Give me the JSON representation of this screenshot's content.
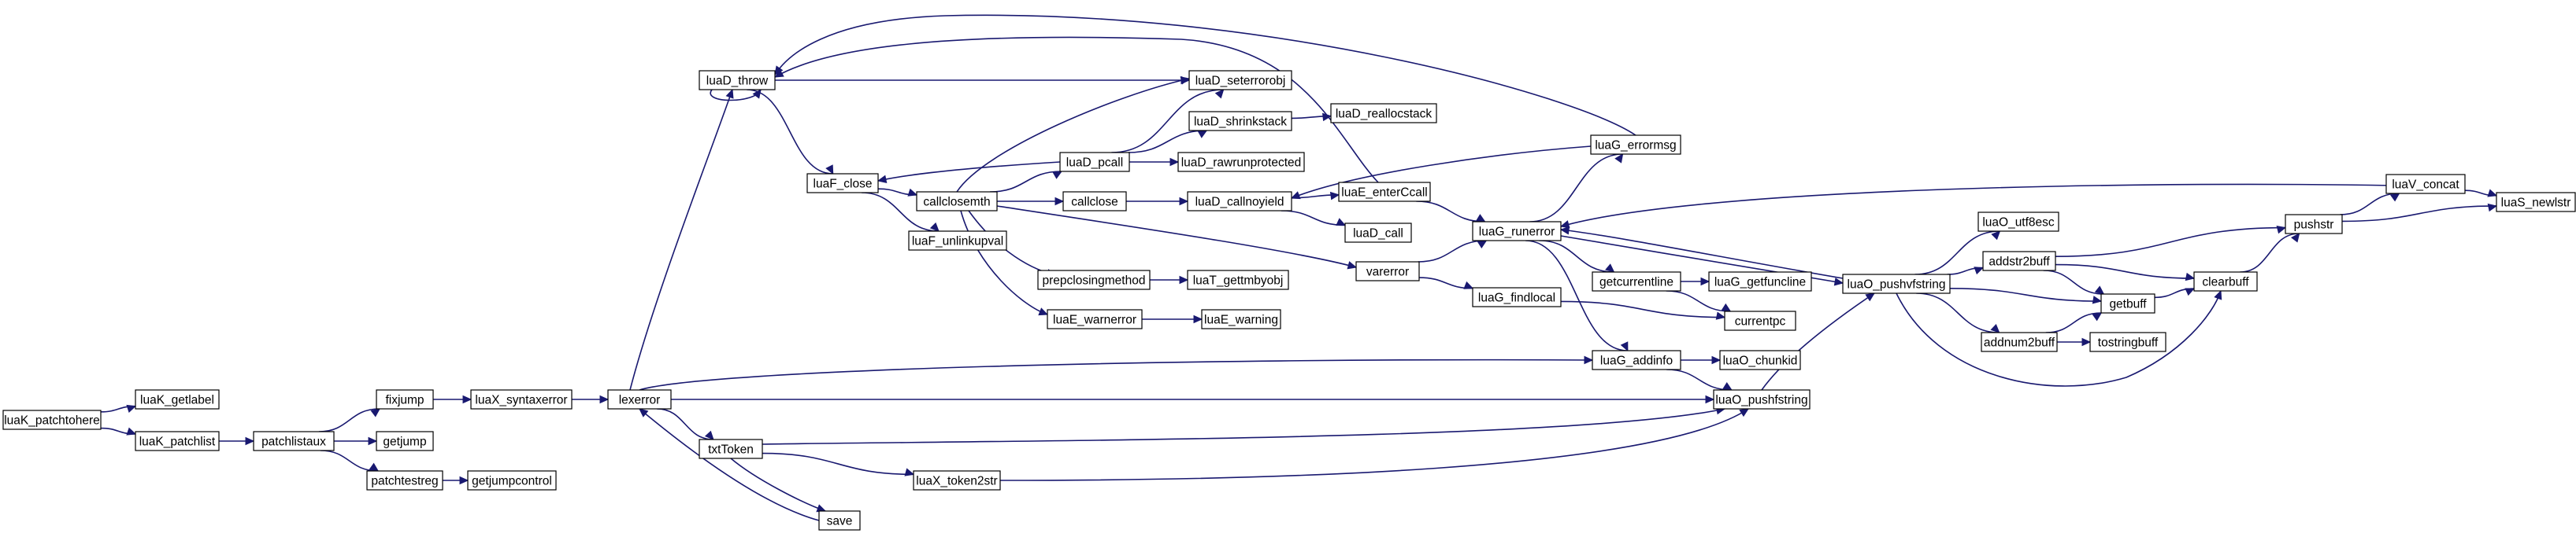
{
  "graph": {
    "nodes": [
      {
        "id": "luaK_patchtohere",
        "label": "luaK_patchtohere",
        "color": "#bfbfbf",
        "border": "#000000"
      },
      {
        "id": "luaK_getlabel",
        "label": "luaK_getlabel",
        "border": "#000000"
      },
      {
        "id": "luaK_patchlist",
        "label": "luaK_patchlist",
        "border": "#000000"
      },
      {
        "id": "patchlistaux",
        "label": "patchlistaux",
        "border": "#000000"
      },
      {
        "id": "fixjump",
        "label": "fixjump",
        "border": "#000000"
      },
      {
        "id": "getjump",
        "label": "getjump",
        "border": "#000000"
      },
      {
        "id": "patchtestreg",
        "label": "patchtestreg",
        "border": "#000000"
      },
      {
        "id": "getjumpcontrol",
        "label": "getjumpcontrol",
        "border": "#000000"
      },
      {
        "id": "luaX_syntaxerror",
        "label": "luaX_syntaxerror",
        "border": "#000000"
      },
      {
        "id": "lexerror",
        "label": "lexerror",
        "border": "#000000"
      },
      {
        "id": "luaD_throw",
        "label": "luaD_throw",
        "border": "#000000"
      },
      {
        "id": "txtToken",
        "label": "txtToken",
        "border": "#000000"
      },
      {
        "id": "save",
        "label": "save",
        "border": "#000000"
      },
      {
        "id": "luaX_token2str",
        "label": "luaX_token2str",
        "border": "#000000"
      },
      {
        "id": "luaF_close",
        "label": "luaF_close",
        "border": "#000000"
      },
      {
        "id": "callclosemth",
        "label": "callclosemth",
        "border": "#000000"
      },
      {
        "id": "luaF_unlinkupval",
        "label": "luaF_unlinkupval",
        "border": "#000000"
      },
      {
        "id": "luaD_pcall",
        "label": "luaD_pcall",
        "border": "#000000"
      },
      {
        "id": "callclose",
        "label": "callclose",
        "border": "#000000"
      },
      {
        "id": "prepclosingmethod",
        "label": "prepclosingmethod",
        "border": "#000000"
      },
      {
        "id": "luaE_warnerror",
        "label": "luaE_warnerror",
        "border": "#000000"
      },
      {
        "id": "luaD_seterrorobj",
        "label": "luaD_seterrorobj",
        "border": "#000000"
      },
      {
        "id": "luaD_shrinkstack",
        "label": "luaD_shrinkstack",
        "border": "#ff0000"
      },
      {
        "id": "luaD_rawrunprotected",
        "label": "luaD_rawrunprotected",
        "border": "#000000"
      },
      {
        "id": "luaD_callnoyield",
        "label": "luaD_callnoyield",
        "border": "#000000"
      },
      {
        "id": "luaT_gettmbyobj",
        "label": "luaT_gettmbyobj",
        "border": "#ff0000"
      },
      {
        "id": "luaE_warning",
        "label": "luaE_warning",
        "border": "#000000"
      },
      {
        "id": "luaD_reallocstack",
        "label": "luaD_reallocstack",
        "border": "#ff0000"
      },
      {
        "id": "luaE_enterCcall",
        "label": "luaE_enterCcall",
        "border": "#ff0000"
      },
      {
        "id": "luaD_call",
        "label": "luaD_call",
        "border": "#ff0000"
      },
      {
        "id": "varerror",
        "label": "varerror",
        "border": "#000000"
      },
      {
        "id": "luaG_errormsg",
        "label": "luaG_errormsg",
        "border": "#000000"
      },
      {
        "id": "luaG_runerror",
        "label": "luaG_runerror",
        "border": "#000000"
      },
      {
        "id": "luaG_findlocal",
        "label": "luaG_findlocal",
        "border": "#ff0000"
      },
      {
        "id": "getcurrentline",
        "label": "getcurrentline",
        "border": "#000000"
      },
      {
        "id": "luaG_getfuncline",
        "label": "luaG_getfuncline",
        "border": "#ff0000"
      },
      {
        "id": "currentpc",
        "label": "currentpc",
        "border": "#000000"
      },
      {
        "id": "luaG_addinfo",
        "label": "luaG_addinfo",
        "border": "#000000"
      },
      {
        "id": "luaO_chunkid",
        "label": "luaO_chunkid",
        "border": "#000000"
      },
      {
        "id": "luaO_pushfstring",
        "label": "luaO_pushfstring",
        "border": "#000000"
      },
      {
        "id": "luaO_pushvfstring",
        "label": "luaO_pushvfstring",
        "border": "#000000"
      },
      {
        "id": "luaO_utf8esc",
        "label": "luaO_utf8esc",
        "border": "#000000"
      },
      {
        "id": "addstr2buff",
        "label": "addstr2buff",
        "border": "#000000"
      },
      {
        "id": "getbuff",
        "label": "getbuff",
        "border": "#000000"
      },
      {
        "id": "addnum2buff",
        "label": "addnum2buff",
        "border": "#000000"
      },
      {
        "id": "tostringbuff",
        "label": "tostringbuff",
        "border": "#000000"
      },
      {
        "id": "clearbuff",
        "label": "clearbuff",
        "border": "#000000"
      },
      {
        "id": "pushstr",
        "label": "pushstr",
        "border": "#000000"
      },
      {
        "id": "luaV_concat",
        "label": "luaV_concat",
        "border": "#ff0000"
      },
      {
        "id": "luaS_newlstr",
        "label": "luaS_newlstr",
        "border": "#ff0000"
      }
    ],
    "edges": [
      [
        "luaK_patchtohere",
        "luaK_getlabel"
      ],
      [
        "luaK_patchtohere",
        "luaK_patchlist"
      ],
      [
        "luaK_patchlist",
        "patchlistaux"
      ],
      [
        "patchlistaux",
        "fixjump"
      ],
      [
        "patchlistaux",
        "getjump"
      ],
      [
        "patchlistaux",
        "patchtestreg"
      ],
      [
        "patchtestreg",
        "getjumpcontrol"
      ],
      [
        "fixjump",
        "luaX_syntaxerror"
      ],
      [
        "luaX_syntaxerror",
        "lexerror"
      ],
      [
        "lexerror",
        "luaD_throw"
      ],
      [
        "lexerror",
        "txtToken"
      ],
      [
        "lexerror",
        "luaG_addinfo"
      ],
      [
        "lexerror",
        "luaO_pushfstring"
      ],
      [
        "txtToken",
        "save"
      ],
      [
        "txtToken",
        "luaX_token2str"
      ],
      [
        "txtToken",
        "luaO_pushfstring"
      ],
      [
        "save",
        "lexerror"
      ],
      [
        "luaX_token2str",
        "luaO_pushfstring"
      ],
      [
        "luaD_throw",
        "luaD_throw"
      ],
      [
        "luaD_throw",
        "luaD_seterrorobj"
      ],
      [
        "luaD_throw",
        "luaF_close"
      ],
      [
        "luaF_close",
        "callclosemth"
      ],
      [
        "luaF_close",
        "luaF_unlinkupval"
      ],
      [
        "callclosemth",
        "luaD_seterrorobj"
      ],
      [
        "callclosemth",
        "luaD_pcall"
      ],
      [
        "callclosemth",
        "callclose"
      ],
      [
        "callclosemth",
        "prepclosingmethod"
      ],
      [
        "callclosemth",
        "luaE_warnerror"
      ],
      [
        "callclosemth",
        "varerror"
      ],
      [
        "luaD_pcall",
        "luaF_close"
      ],
      [
        "luaD_pcall",
        "luaD_seterrorobj"
      ],
      [
        "luaD_pcall",
        "luaD_shrinkstack"
      ],
      [
        "luaD_pcall",
        "luaD_rawrunprotected"
      ],
      [
        "luaD_shrinkstack",
        "luaD_reallocstack"
      ],
      [
        "callclose",
        "luaD_callnoyield"
      ],
      [
        "luaD_callnoyield",
        "luaE_enterCcall"
      ],
      [
        "luaD_callnoyield",
        "luaD_call"
      ],
      [
        "luaE_enterCcall",
        "luaD_throw"
      ],
      [
        "luaE_enterCcall",
        "luaG_runerror"
      ],
      [
        "prepclosingmethod",
        "luaT_gettmbyobj"
      ],
      [
        "luaE_warnerror",
        "luaE_warning"
      ],
      [
        "varerror",
        "luaG_runerror"
      ],
      [
        "varerror",
        "luaG_findlocal"
      ],
      [
        "luaG_errormsg",
        "luaD_throw"
      ],
      [
        "luaG_errormsg",
        "luaD_callnoyield"
      ],
      [
        "luaG_runerror",
        "luaG_errormsg"
      ],
      [
        "luaG_runerror",
        "getcurrentline"
      ],
      [
        "luaG_runerror",
        "luaG_addinfo"
      ],
      [
        "luaG_runerror",
        "luaO_pushvfstring"
      ],
      [
        "getcurrentline",
        "luaG_getfuncline"
      ],
      [
        "getcurrentline",
        "currentpc"
      ],
      [
        "luaG_findlocal",
        "currentpc"
      ],
      [
        "luaG_addinfo",
        "luaO_chunkid"
      ],
      [
        "luaG_addinfo",
        "luaO_pushfstring"
      ],
      [
        "luaO_pushfstring",
        "luaO_pushvfstring"
      ],
      [
        "luaO_pushvfstring",
        "luaG_runerror"
      ],
      [
        "luaO_pushvfstring",
        "luaO_utf8esc"
      ],
      [
        "luaO_pushvfstring",
        "addstr2buff"
      ],
      [
        "luaO_pushvfstring",
        "getbuff"
      ],
      [
        "luaO_pushvfstring",
        "addnum2buff"
      ],
      [
        "luaO_pushvfstring",
        "clearbuff"
      ],
      [
        "addstr2buff",
        "getbuff"
      ],
      [
        "addstr2buff",
        "clearbuff"
      ],
      [
        "addstr2buff",
        "pushstr"
      ],
      [
        "addnum2buff",
        "getbuff"
      ],
      [
        "addnum2buff",
        "tostringbuff"
      ],
      [
        "getbuff",
        "clearbuff"
      ],
      [
        "clearbuff",
        "pushstr"
      ],
      [
        "pushstr",
        "luaV_concat"
      ],
      [
        "pushstr",
        "luaS_newlstr"
      ],
      [
        "luaV_concat",
        "luaS_newlstr"
      ],
      [
        "luaV_concat",
        "luaG_runerror"
      ]
    ]
  }
}
